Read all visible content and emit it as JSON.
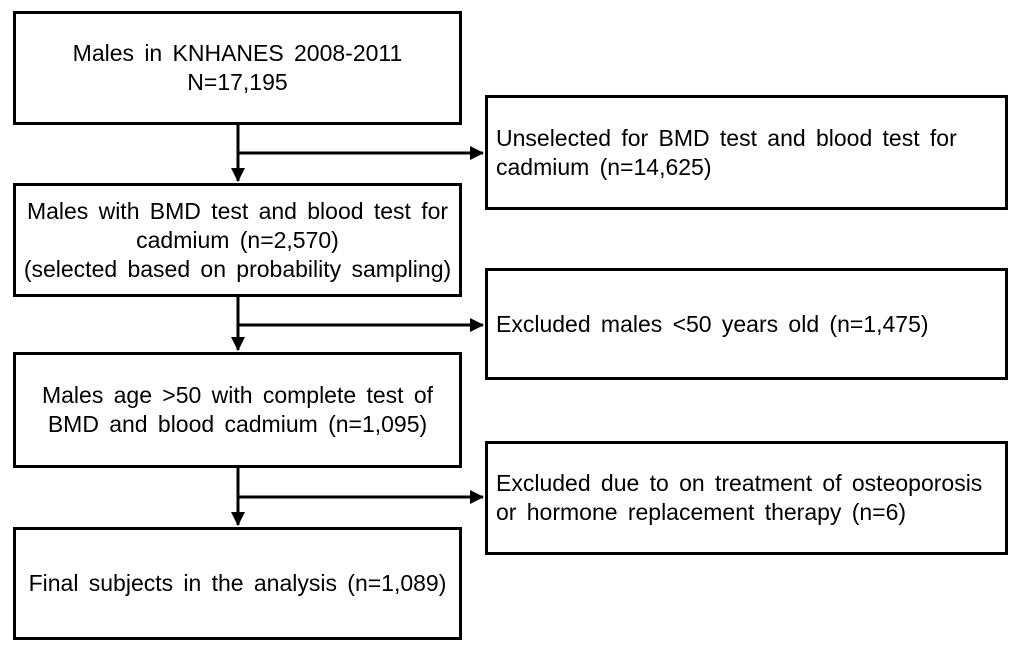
{
  "diagram": {
    "type": "study-selection-flowchart",
    "background_color": "#ffffff",
    "line_color": "#000000",
    "main_boxes": [
      {
        "id": "population",
        "text": "Males in KNHANES 2008-2011\nN=17,195"
      },
      {
        "id": "bmd-sample",
        "text": "Males with BMD test and blood test for\ncadmium (n=2,570)\n(selected based on probability sampling)"
      },
      {
        "id": "age-over-50",
        "text": "Males age >50 with complete test of\nBMD and blood cadmium (n=1,095)"
      },
      {
        "id": "final",
        "text": "Final subjects in the analysis (n=1,089)"
      }
    ],
    "exclusion_boxes": [
      {
        "id": "unselected",
        "text": "Unselected for BMD test and blood test for\ncadmium (n=14,625)"
      },
      {
        "id": "excluded-age",
        "text": "Excluded males <50 years old (n=1,475)"
      },
      {
        "id": "excluded-treatment",
        "text": "Excluded due to on treatment of osteoporosis\nor hormone replacement therapy (n=6)"
      }
    ]
  }
}
